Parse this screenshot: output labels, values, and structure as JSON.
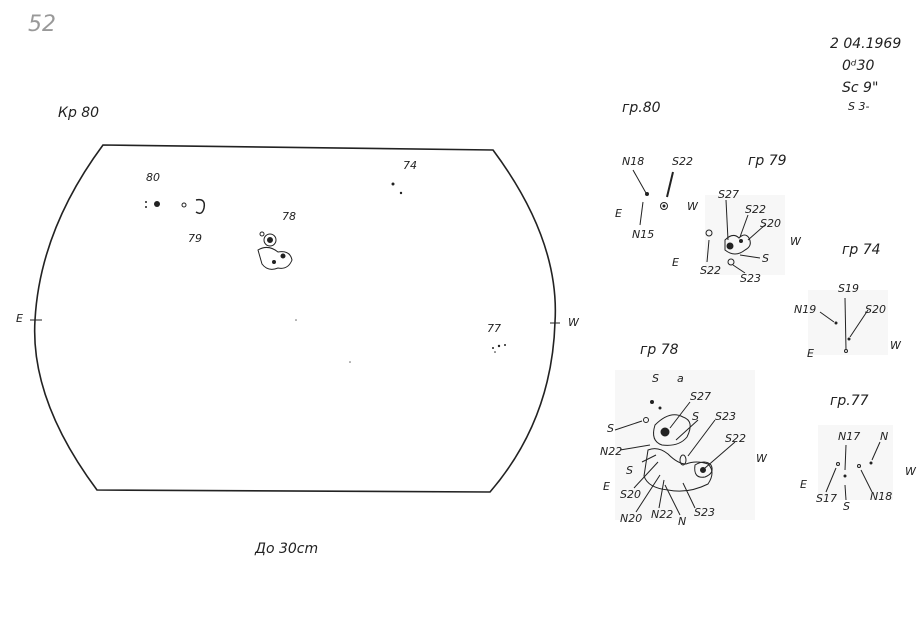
{
  "page_number": "52",
  "header": {
    "date": "2 04.1969",
    "time": "0ᵈ30",
    "seeing": "Sc  9\"",
    "scale": "S  3-"
  },
  "disk": {
    "label": "Кр 80",
    "east": "E",
    "west": "W",
    "footer": "До 30cm",
    "groups": [
      "80",
      "79",
      "78",
      "74",
      "77"
    ]
  },
  "details": {
    "g80": {
      "title": "гр.80",
      "labels": [
        "N18",
        "S22",
        "N15",
        "E",
        "W"
      ]
    },
    "g79": {
      "title": "гр 79",
      "labels": [
        "S27",
        "S22",
        "S20",
        "S",
        "S22",
        "S23",
        "E",
        "W"
      ]
    },
    "g74": {
      "title": "гр 74",
      "labels": [
        "S19",
        "N19",
        "S20",
        "E",
        "W"
      ]
    },
    "g78": {
      "title": "гр 78",
      "labels": [
        "S",
        "a",
        "S27",
        "S",
        "S",
        "S23",
        "S22",
        "N22",
        "S",
        "S20",
        "N20",
        "N22",
        "N",
        "S23",
        "E",
        "W"
      ]
    },
    "g77": {
      "title": "гр.77",
      "labels": [
        "N17",
        "N",
        "S17",
        "S",
        "N18",
        "E",
        "W"
      ]
    }
  }
}
